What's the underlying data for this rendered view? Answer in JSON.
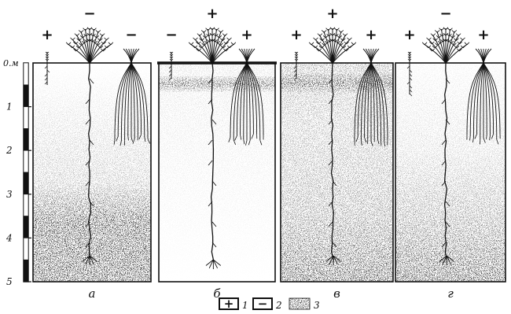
{
  "depth_axis": {
    "unit": "0.м",
    "ticks": [
      "1",
      "2",
      "3",
      "4",
      "5"
    ]
  },
  "panels": [
    {
      "label": "а",
      "signs": [
        "+",
        "−",
        "−"
      ]
    },
    {
      "label": "б",
      "signs": [
        "−",
        "+",
        "+"
      ]
    },
    {
      "label": "в",
      "signs": [
        "+",
        "+",
        "+"
      ]
    },
    {
      "label": "г",
      "signs": [
        "+",
        "−",
        "+"
      ]
    }
  ],
  "legend": [
    {
      "symbol": "+",
      "number": "1"
    },
    {
      "symbol": "−",
      "number": "2"
    },
    {
      "symbol": "",
      "number": "3"
    }
  ]
}
